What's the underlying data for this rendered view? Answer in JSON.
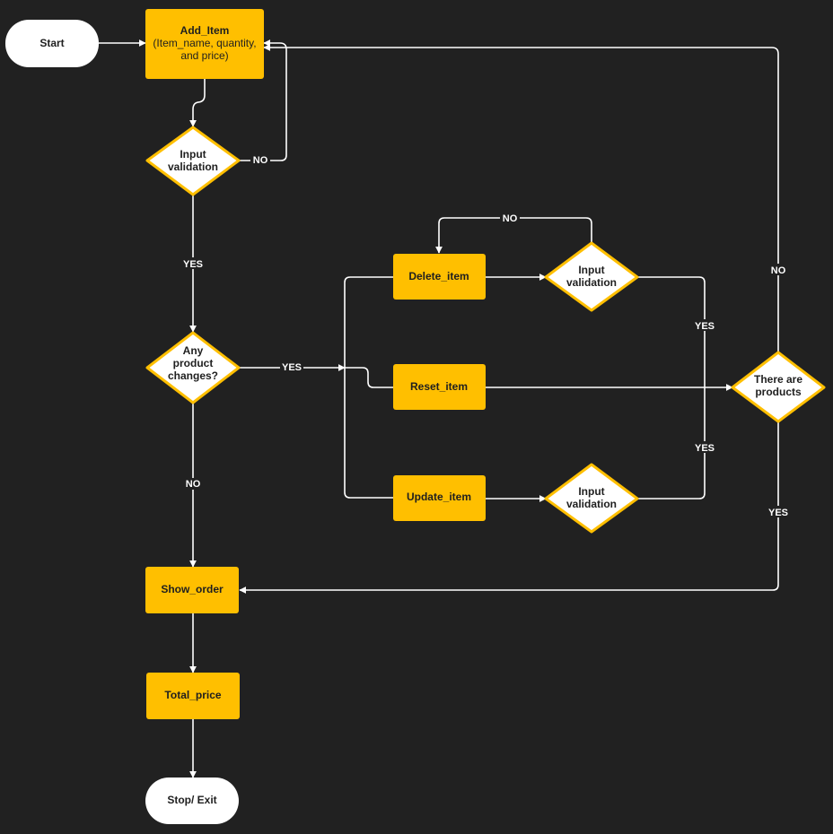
{
  "colors": {
    "background": "#212121",
    "process": "#ffbf00",
    "decision_fill": "#ffffff",
    "decision_border": "#ffbf00",
    "terminal_fill": "#ffffff",
    "start_text": "#1a8a1a",
    "stop_text": "#e0149a",
    "edge": "#ffffff"
  },
  "nodes": {
    "start": "Start",
    "add_item": {
      "line1": "Add_Item",
      "line2": "(Item_name, quantity,",
      "line3": "and price)"
    },
    "input_validation_1": {
      "line1": "Input",
      "line2": "validation"
    },
    "any_changes": {
      "line1": "Any",
      "line2": "product",
      "line3": "changes?"
    },
    "delete_item": "Delete_item",
    "reset_item": "Reset_item",
    "update_item": "Update_item",
    "input_validation_2": {
      "line1": "Input",
      "line2": "validation"
    },
    "input_validation_3": {
      "line1": "Input",
      "line2": "validation"
    },
    "there_are_products": {
      "line1": "There are",
      "line2": "products"
    },
    "show_order": "Show_order",
    "total_price": "Total_price",
    "stop": "Stop/ Exit"
  },
  "edges": {
    "validation1_no": "NO",
    "validation1_yes": "YES",
    "changes_yes": "YES",
    "changes_no": "NO",
    "validation2_no": "NO",
    "validation2_yes": "YES",
    "validation3_yes": "YES",
    "products_no": "NO",
    "products_yes": "YES"
  }
}
